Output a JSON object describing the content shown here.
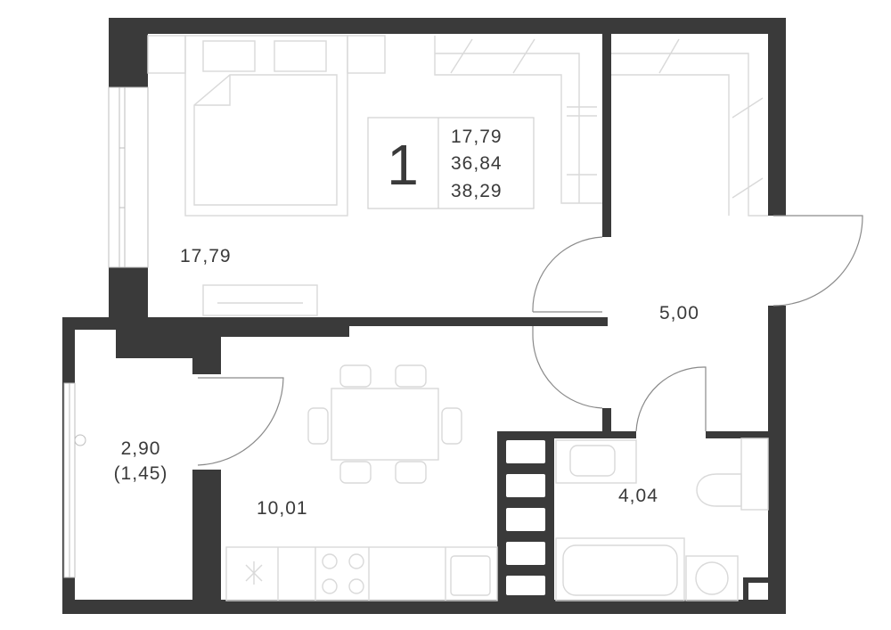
{
  "plan": {
    "rooms_count": "1",
    "summary": {
      "living": "17,79",
      "total": "36,84",
      "total_with_loggia": "38,29"
    },
    "rooms": {
      "bedroom": "17,79",
      "hall": "5,00",
      "loggia_area": "2,90",
      "loggia_reduced": "(1,45)",
      "kitchen": "10,01",
      "bathroom": "4,04"
    },
    "colors": {
      "wall": "#3a3a3a",
      "furniture": "#d9d9d9",
      "background": "#ffffff"
    }
  }
}
